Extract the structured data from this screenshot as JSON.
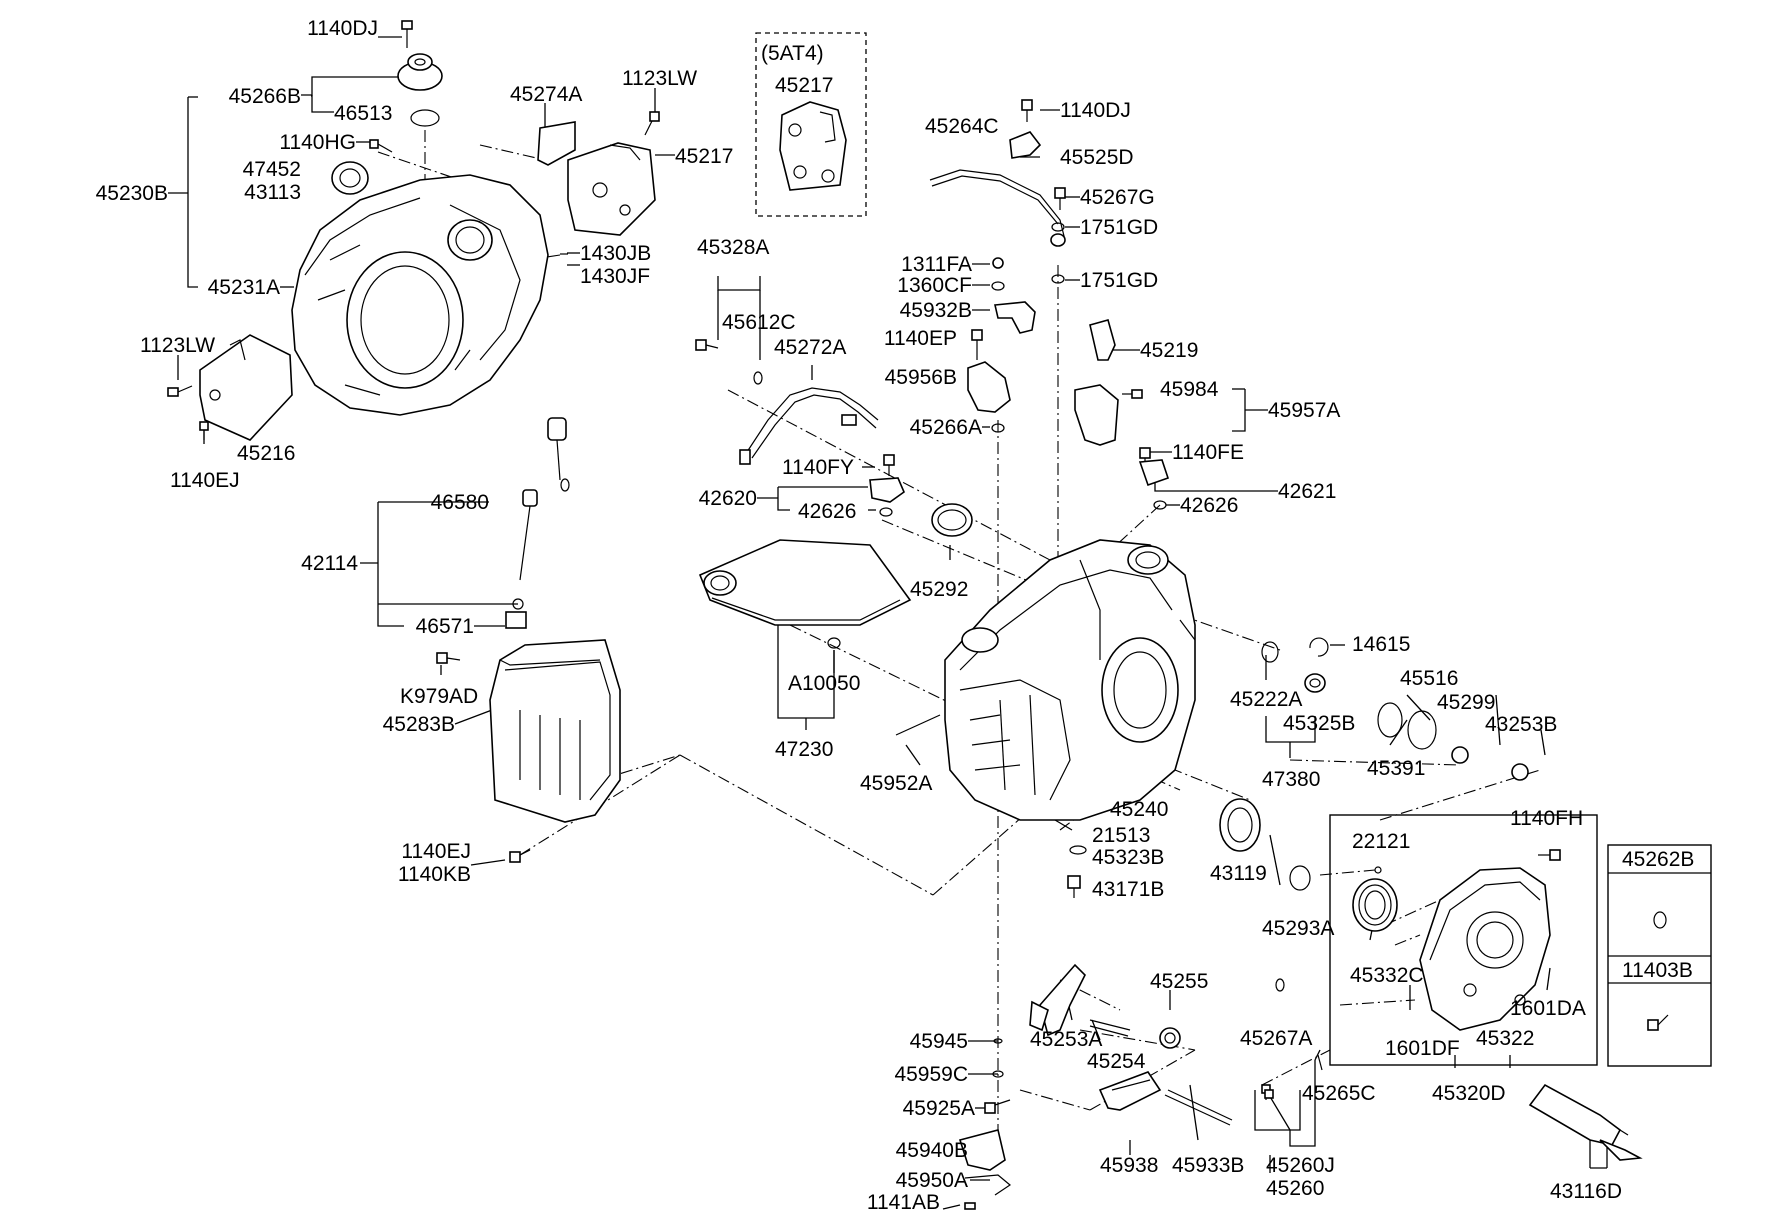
{
  "diagram": {
    "variant_note": "(5AT4)",
    "labels": {
      "p1140DJ_a": "1140DJ",
      "p45266B": "45266B",
      "p46513": "46513",
      "p1140HG": "1140HG",
      "p47452": "47452",
      "p43113": "43113",
      "p45230B": "45230B",
      "p45231A": "45231A",
      "p45274A": "45274A",
      "p1123LW_a": "1123LW",
      "p45217_a": "45217",
      "p1430JB": "1430JB",
      "p1430JF": "1430JF",
      "p1123LW_b": "1123LW",
      "p45216": "45216",
      "p1140EJ_a": "1140EJ",
      "p45217_b": "45217",
      "p45264C": "45264C",
      "p1140DJ_b": "1140DJ",
      "p45525D": "45525D",
      "p45267G": "45267G",
      "p1751GD_a": "1751GD",
      "p1751GD_b": "1751GD",
      "p1311FA": "1311FA",
      "p1360CF": "1360CF",
      "p45932B": "45932B",
      "p1140EP": "1140EP",
      "p45956B": "45956B",
      "p45266A": "45266A",
      "p45219": "45219",
      "p45984": "45984",
      "p45957A": "45957A",
      "p1140FE": "1140FE",
      "p42621": "42621",
      "p42626_b": "42626",
      "p45328A": "45328A",
      "p45612C": "45612C",
      "p45272A": "45272A",
      "p1140FY": "1140FY",
      "p42620": "42620",
      "p42626_a": "42626",
      "p45292": "45292",
      "p46580": "46580",
      "p42114": "42114",
      "p46571": "46571",
      "pK979AD": "K979AD",
      "p45283B": "45283B",
      "p1140EJ_b": "1140EJ",
      "p1140KB": "1140KB",
      "pA10050": "A10050",
      "p47230": "47230",
      "p45952A": "45952A",
      "p45240": "45240",
      "p21513": "21513",
      "p45323B": "45323B",
      "p43171B": "43171B",
      "p43119": "43119",
      "p14615": "14615",
      "p45222A": "45222A",
      "p45325B": "45325B",
      "p47380": "47380",
      "p45516": "45516",
      "p45299": "45299",
      "p45391": "45391",
      "p43253B": "43253B",
      "p1140FH": "1140FH",
      "p22121": "22121",
      "p45293A": "45293A",
      "p45332C": "45332C",
      "p45267A": "45267A",
      "p1601DA": "1601DA",
      "p45322": "45322",
      "p1601DF": "1601DF",
      "p45320D": "45320D",
      "p45265C": "45265C",
      "p45260J": "45260J",
      "p45260": "45260",
      "p45255": "45255",
      "p45253A": "45253A",
      "p45254": "45254",
      "p45945": "45945",
      "p45959C": "45959C",
      "p45925A": "45925A",
      "p45940B": "45940B",
      "p45950A": "45950A",
      "p1141AB": "1141AB",
      "p45938": "45938",
      "p45933B": "45933B",
      "p43116D": "43116D"
    },
    "legend_boxes": {
      "top": "45262B",
      "bottom": "11403B"
    }
  }
}
